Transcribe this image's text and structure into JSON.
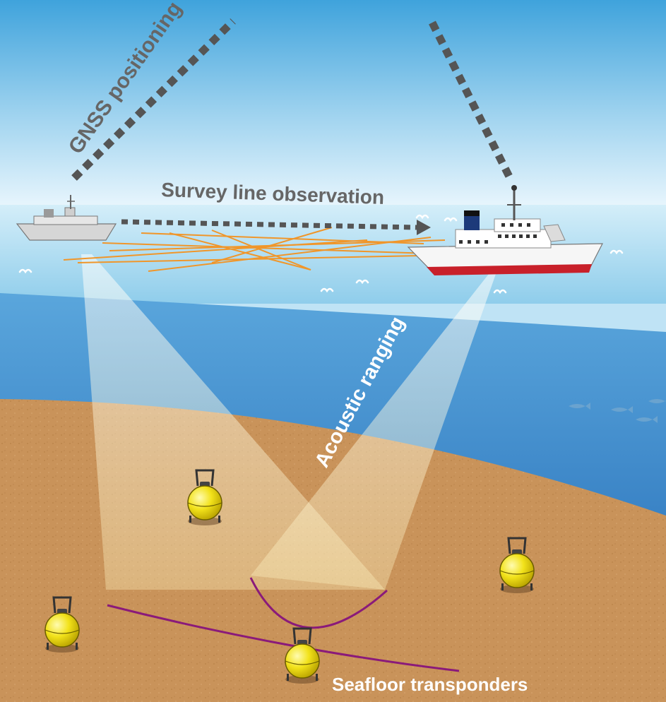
{
  "labels": {
    "gnss": "GNSS positioning",
    "survey": "Survey line observation",
    "acoustic": "Acoustic ranging",
    "transponders": "Seafloor transponders"
  },
  "colors": {
    "sky_top": "#3fa3dc",
    "sky_bottom": "#e9f6fd",
    "surface_water": "#b7e1f4",
    "deep_water": "#2f7fc8",
    "seafloor": "#c9935a",
    "label_gray": "#666666",
    "dotted_gray": "#555555",
    "survey_lines": "#f0962a",
    "arc_purple": "#8a1a7a",
    "transponder_yellow": "#f2e21a",
    "ship_hull_red": "#c8202a",
    "white_text": "#ffffff"
  },
  "icons": [
    "survey-ship-small-icon",
    "research-ship-icon",
    "transponder-icon",
    "fish-icon",
    "wave-icon"
  ]
}
